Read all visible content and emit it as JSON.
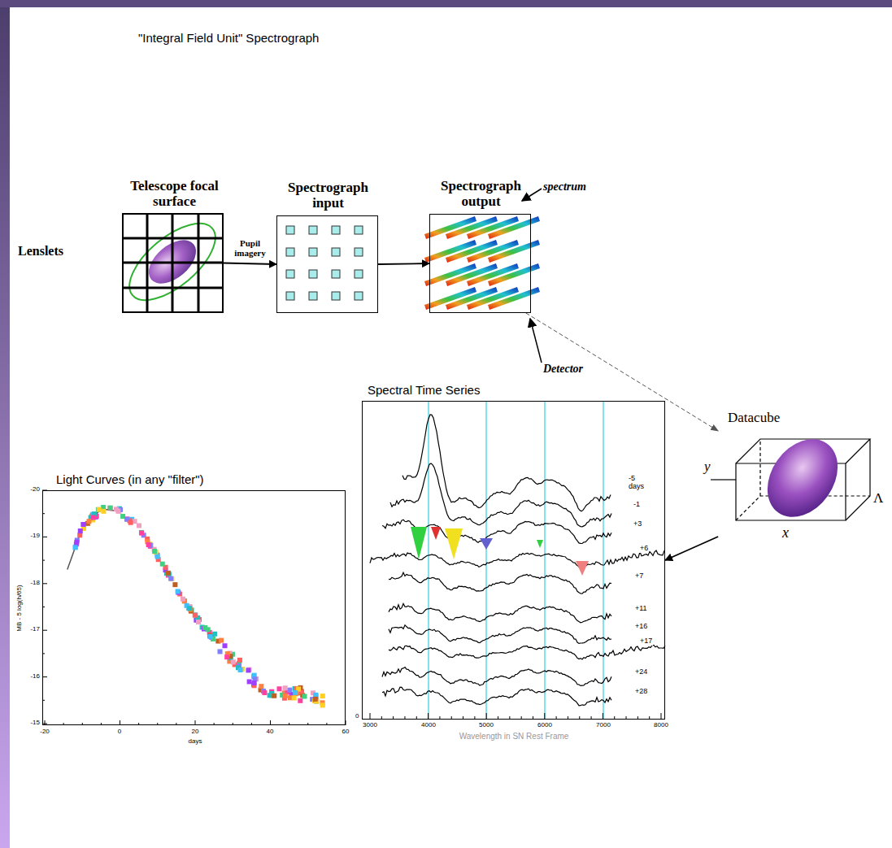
{
  "diagram": {
    "title": "\"Integral Field Unit\" Spectrograph",
    "nodes": [
      {
        "text": [
          "Telescope focal surface"
        ]
      },
      {
        "text": [
          "Spectrograph input"
        ]
      },
      {
        "text": [
          "Spectrograph output"
        ]
      },
      {
        "text": [
          "Datacube"
        ]
      },
      {
        "text": [
          "Spectral Time Series"
        ]
      },
      {
        "text": [
          "Light Curves (in any \"filter\")"
        ]
      }
    ],
    "edges": [
      {
        "from": 0,
        "to": 1,
        "label": "Pupil imagery",
        "arrow": "to"
      },
      {
        "from": 1,
        "to": 2,
        "arrow": "to"
      },
      {
        "from": 2,
        "to": 3,
        "arrow": "to"
      },
      {
        "from": 3,
        "to": 4,
        "arrow": "to"
      }
    ],
    "labels": [
      "Lenslets",
      "spectrum",
      "Detector",
      "y",
      "x",
      "Λ",
      "-5 days",
      "-1",
      "+3",
      "+6",
      "+7",
      "+11",
      "+16",
      "+17",
      "+24",
      "+28",
      "0",
      "3000",
      "4000",
      "5000",
      "6000",
      "7000",
      "8000",
      "Wavelength in SN Rest Frame",
      "-20",
      "-19",
      "-18",
      "-17",
      "-16",
      "-15",
      "-20",
      "0",
      "20",
      "40",
      "60",
      "days",
      "MB - 5 log(h/65)"
    ]
  }
}
